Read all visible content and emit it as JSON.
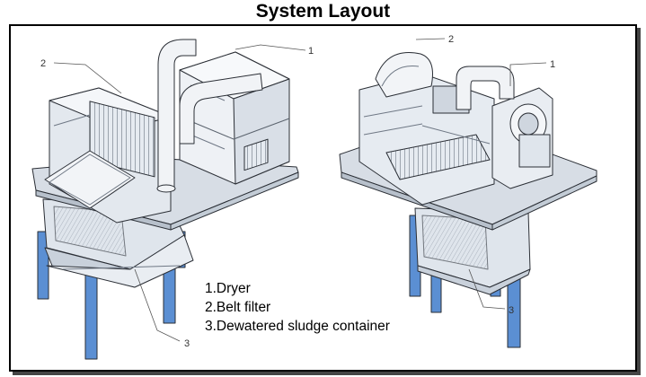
{
  "title": "System Layout",
  "legend": [
    "1.Dryer",
    "2.Belt filter",
    "3.Dewatered sludge container"
  ],
  "callouts": {
    "left_1": "1",
    "left_2": "2",
    "left_3": "3",
    "right_1": "1",
    "right_2": "2",
    "right_3": "3"
  },
  "colors": {
    "legs": "#5b8fd3",
    "legs_dark": "#3f6fb0",
    "steel": "#d8dfe8",
    "outline": "#2b2f36"
  }
}
